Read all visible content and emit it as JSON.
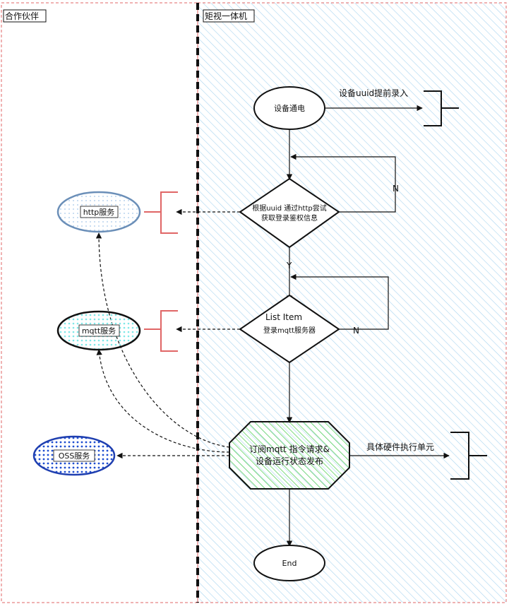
{
  "lanes": {
    "partners": "合作伙伴",
    "device": "矩视一体机"
  },
  "nodes": {
    "power_on": "设备通电",
    "auth_line1": "根据uuid 通过http尝试",
    "auth_line2": "获取登录鉴权信息",
    "mqtt_title": "List Item",
    "mqtt_line": "登录mqtt服务器",
    "subscribe_line1": "订阅mqtt 指令请求&",
    "subscribe_line2": "设备运行状态发布",
    "end": "End"
  },
  "services": {
    "http": "http服务",
    "mqtt": "mqtt服务",
    "oss": "OSS服务"
  },
  "annotations": {
    "uuid_preentry": "设备uuid提前录入",
    "hardware_unit": "具体硬件执行单元"
  },
  "edge_labels": {
    "auth_no": "N",
    "auth_yes": "Y",
    "mqtt_no": "N"
  },
  "colors": {
    "lane_border": "#e06666",
    "divider": "#111111",
    "device_fill": "#a8d4f0",
    "subscribe_fill": "#7fe07f",
    "http_fill": "#b9d3ee",
    "mqtt_fill": "#7fe8e8",
    "oss_fill": "#1f4fd1",
    "bracket": "#e06666"
  }
}
